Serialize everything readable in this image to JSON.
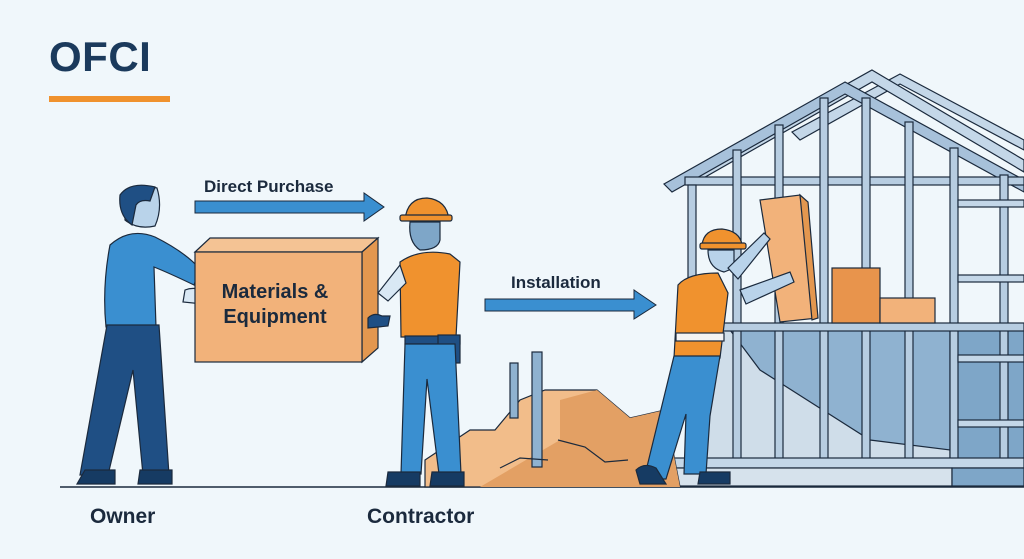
{
  "header": {
    "title": "OFCI",
    "underline_color": "#f0922e"
  },
  "flow": {
    "step1_label": "Direct Purchase",
    "step2_label": "Installation",
    "arrow_color": "#3a8fd0"
  },
  "package": {
    "label_line1": "Materials &",
    "label_line2": "Equipment",
    "color": "#f2b27a"
  },
  "roles": {
    "owner": "Owner",
    "contractor": "Contractor"
  },
  "palette": {
    "background": "#f0f7fb",
    "navy": "#1b3a5c",
    "orange": "#f0922e",
    "steel": "#9fbbd6",
    "sand": "#e8a86a"
  }
}
